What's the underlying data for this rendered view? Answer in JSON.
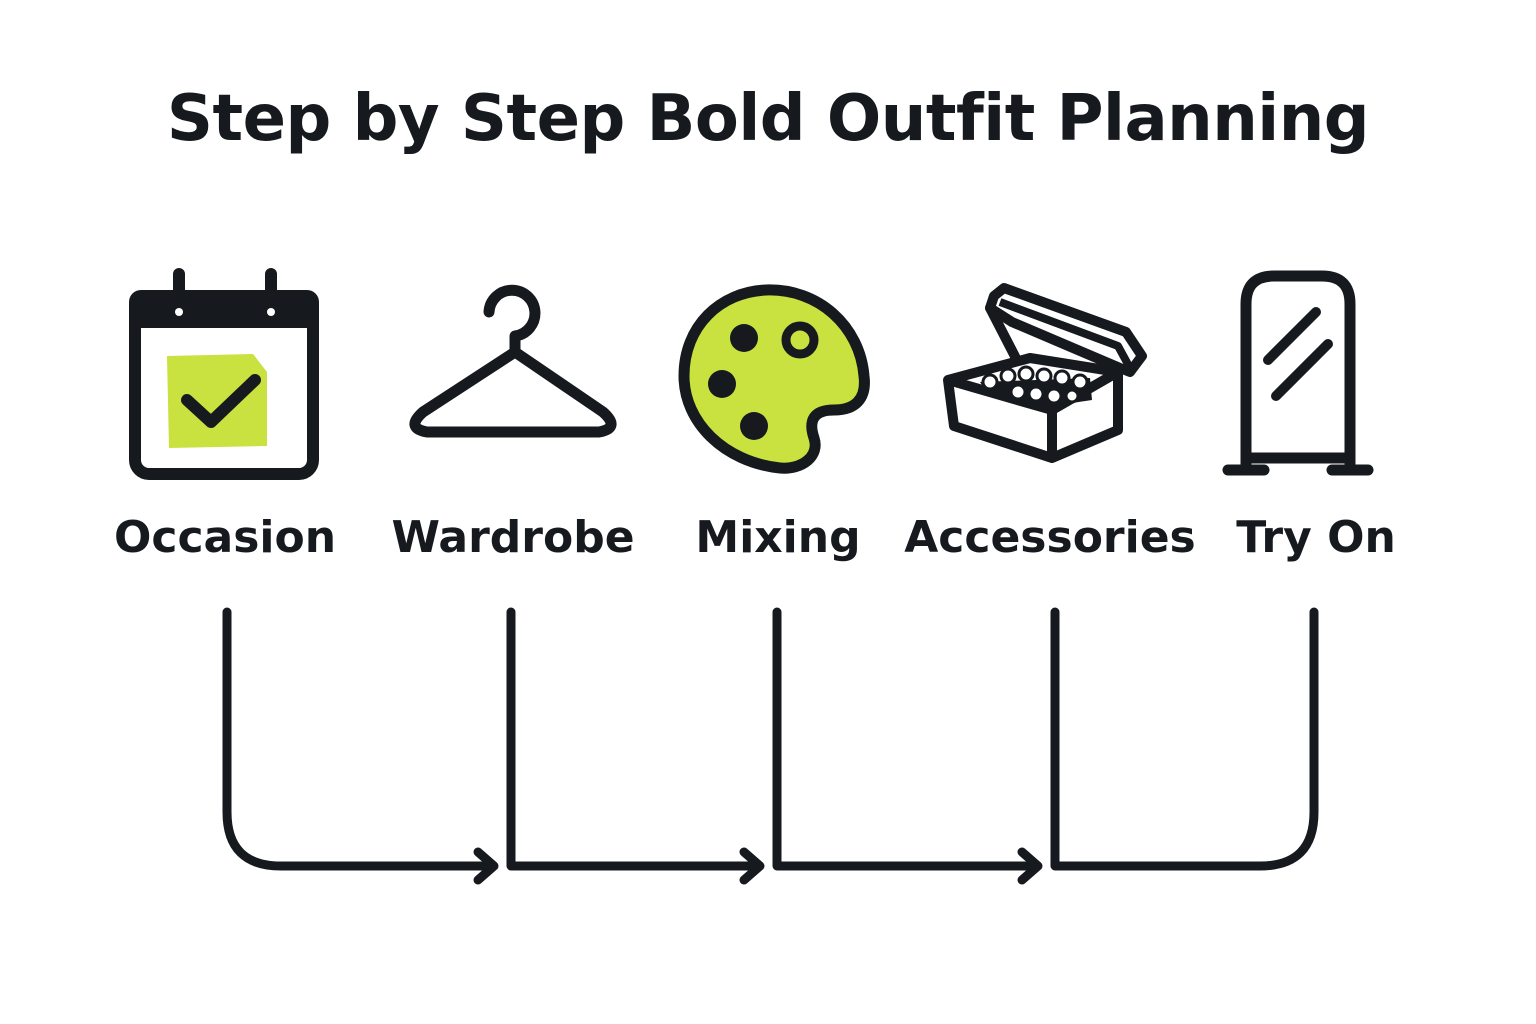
{
  "title": "Step by Step Bold Outfit Planning",
  "colors": {
    "ink": "#161a1f",
    "accent": "#c9e23f",
    "background": "#ffffff"
  },
  "steps": [
    {
      "label": "Occasion",
      "icon": "calendar-check-icon"
    },
    {
      "label": "Wardrobe",
      "icon": "clothes-hanger-icon"
    },
    {
      "label": "Mixing",
      "icon": "paint-palette-icon"
    },
    {
      "label": "Accessories",
      "icon": "open-jewelry-box-icon"
    },
    {
      "label": "Try On",
      "icon": "standing-mirror-icon"
    }
  ]
}
